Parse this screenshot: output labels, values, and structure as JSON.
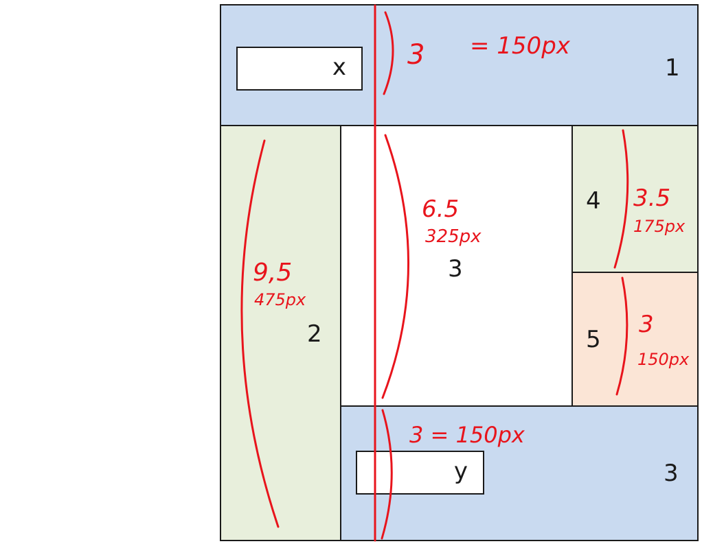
{
  "colors": {
    "blue": "#c9daf0",
    "green": "#e8efdc",
    "peach": "#fbe5d6",
    "white": "#ffffff",
    "annotation_red": "#e8141c"
  },
  "panels": {
    "header": {
      "number": "1",
      "field_text": "x"
    },
    "sidebar": {
      "number": "2"
    },
    "content": {
      "number": "3"
    },
    "panel4": {
      "number": "4"
    },
    "panel5": {
      "number": "5"
    },
    "footer": {
      "number": "3",
      "field_text": "y"
    }
  },
  "annotations": {
    "header": {
      "units": "3",
      "px": "= 150px"
    },
    "sidebar": {
      "units": "9,5",
      "px": "475px"
    },
    "content": {
      "units": "6.5",
      "px": "325px"
    },
    "panel4": {
      "units": "3.5",
      "px": "175px"
    },
    "panel5": {
      "units": "3",
      "px": "150px"
    },
    "footer": {
      "text": "3 = 150px"
    }
  }
}
